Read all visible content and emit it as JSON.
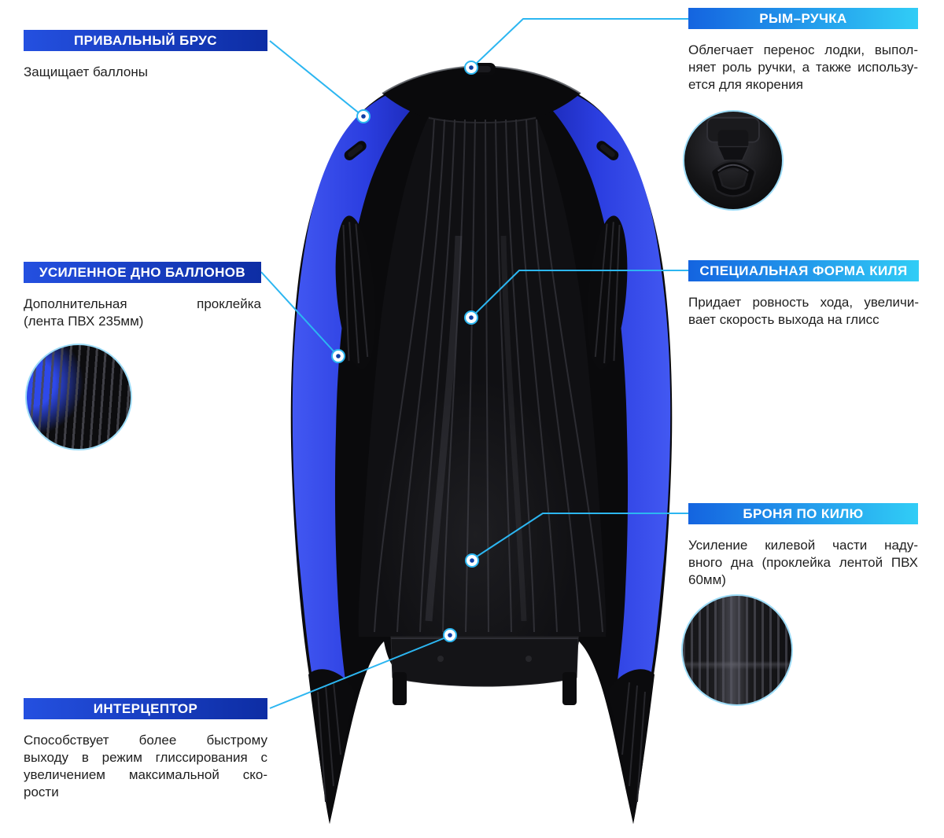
{
  "colors": {
    "background": "#ffffff",
    "leader_line": "#2cb6f1",
    "bar_left_gradient_from": "#2450e0",
    "bar_left_gradient_to": "#0d2da4",
    "bar_right_gradient_from": "#1464e0",
    "bar_right_gradient_to": "#31cdf6",
    "boat_blue": "#2f48ec",
    "boat_black": "#0a0a0c",
    "body_text": "#1f1f1f"
  },
  "callouts": [
    {
      "id": "gunwale-guard",
      "title": "ПРИВАЛЬНЫЙ БРУС",
      "desc": "Защищает баллоны"
    },
    {
      "id": "bow-handle",
      "title": "РЫМ–РУЧКА",
      "desc": "Облегчает перенос лодки, выпол-\nняет роль ручки, а также использу-\nется для якорения"
    },
    {
      "id": "reinforced-tube-bottom",
      "title": "УСИЛЕННОЕ ДНО БАЛЛОНОВ",
      "desc": "Дополнительная проклейка\n(лента ПВХ 235мм)"
    },
    {
      "id": "keel-shape",
      "title": "СПЕЦИАЛЬНАЯ ФОРМА КИЛЯ",
      "desc": "Придает ровность хода, увеличи-\nвает скорость выхода на глисс"
    },
    {
      "id": "keel-armor",
      "title": "БРОНЯ ПО КИЛЮ",
      "desc": "Усиление килевой части наду-\nвного дна (проклейка лентой ПВХ\n60мм)"
    },
    {
      "id": "interceptor",
      "title": "ИНТЕРЦЕПТОР",
      "desc": "Способствует более быстрому\nвыходу в режим глиссирования с\nувеличением максимальной ско-\nрости"
    }
  ],
  "detail_images": [
    {
      "id": "bow-handle-photo"
    },
    {
      "id": "tube-bottom-texture-photo"
    },
    {
      "id": "keel-armor-texture-photo"
    }
  ]
}
